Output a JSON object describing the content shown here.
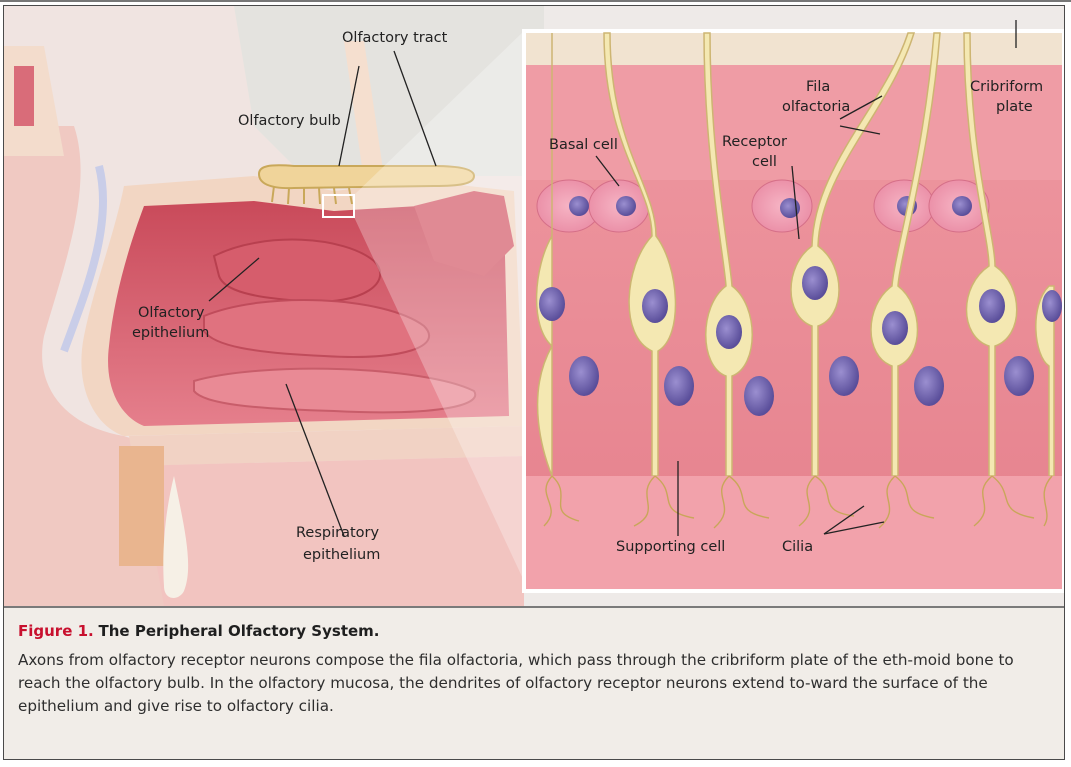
{
  "labels": {
    "olfactory_tract": "Olfactory tract",
    "olfactory_bulb": "Olfactory bulb",
    "olfactory_epithelium_1": "Olfactory",
    "olfactory_epithelium_2": "epithelium",
    "respiratory_epithelium_1": "Respiratory",
    "respiratory_epithelium_2": "epithelium",
    "basal_cell": "Basal cell",
    "fila_olfactoria_1": "Fila",
    "fila_olfactoria_2": "olfactoria",
    "receptor_cell_1": "Receptor",
    "receptor_cell_2": "cell",
    "cribriform_plate_1": "Cribriform",
    "cribriform_plate_2": "plate",
    "supporting_cell": "Supporting cell",
    "cilia": "Cilia"
  },
  "caption": {
    "figure_number": "Figure 1.",
    "figure_title": "The Peripheral Olfactory System.",
    "body": "Axons from olfactory receptor neurons compose the fila olfactoria, which pass through the cribriform plate of the eth-moid bone to reach the olfactory bulb. In the olfactory mucosa, the dendrites of olfactory receptor neurons extend to-ward the surface of the epithelium and give rise to olfactory cilia."
  },
  "colors": {
    "accent": "#c8102e",
    "tissue": "#e98f9a",
    "bone": "#f1d9c2",
    "neuron": "#f3e6a8"
  }
}
